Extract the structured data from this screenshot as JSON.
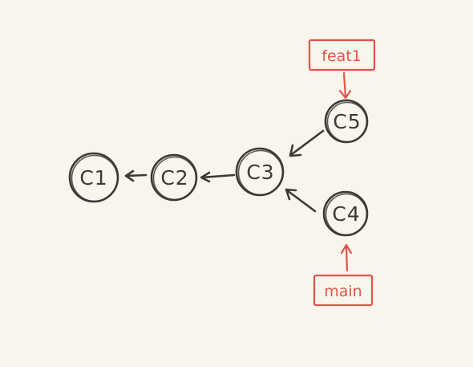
{
  "commits": {
    "c1": "C1",
    "c2": "C2",
    "c3": "C3",
    "c4": "C4",
    "c5": "C5"
  },
  "branches": {
    "feat1": "feat1",
    "main": "main"
  },
  "colors": {
    "ink": "#3b3a37",
    "branch": "#e0554a",
    "background": "#f8f5ec"
  }
}
